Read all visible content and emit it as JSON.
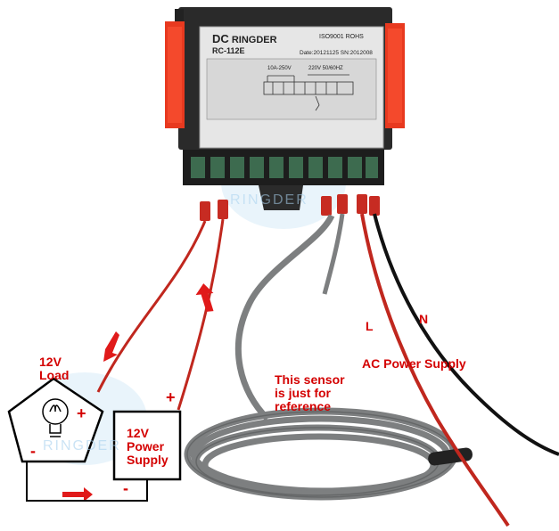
{
  "device": {
    "brand": "RINGDER",
    "model": "RC-112E",
    "certifications": "ISO9001  ROHS",
    "date_line": "Date:20121125  SN:2012008",
    "relay_rating": "10A-250V",
    "power_rating": "220V 50/60HZ"
  },
  "labels": {
    "load": "12V Load",
    "load_line1": "12V",
    "load_line2": "Load",
    "load_plus": "+",
    "load_minus": "-",
    "power_line1": "12V",
    "power_line2": "Power",
    "power_line3": "Supply",
    "power_plus": "+",
    "power_minus": "-",
    "sensor_line1": "This sensor",
    "sensor_line2": "is just for",
    "sensor_line3": "reference",
    "ac_supply": "AC Power Supply",
    "ac_l": "L",
    "ac_n": "N"
  },
  "watermark": "RINGDER",
  "colors": {
    "label_red": "#d40000",
    "wire_red": "#c0271e",
    "wire_black": "#111111",
    "cable_grey": "#7d7f80",
    "case_black": "#2a2a2a",
    "clip_red": "#e8391f",
    "panel_grey": "#e6e6e6",
    "terminal_green": "#3d6b4f"
  }
}
